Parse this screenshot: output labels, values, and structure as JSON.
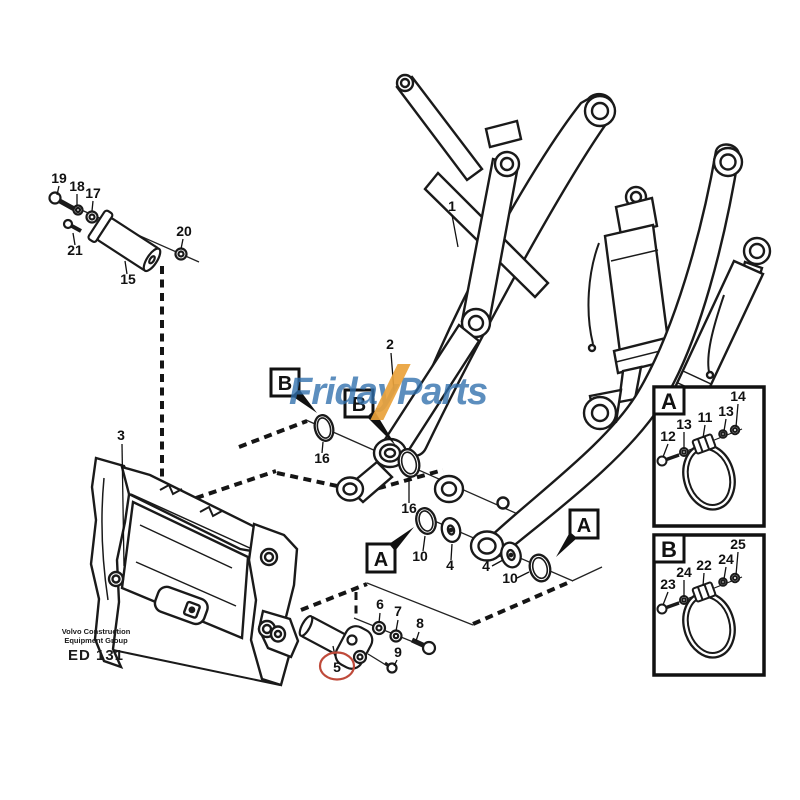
{
  "figure": {
    "description": "Exploded parts diagram of wheel-loader attachment bracket and lift arm assembly",
    "line_color": "#1a1a1a",
    "background": "#ffffff"
  },
  "watermark": {
    "text_left": "Friday",
    "text_right": "Parts",
    "text_color": "#2f6fad",
    "slash_color": "#e9a23b"
  },
  "footer": {
    "line1": "Volvo Construction",
    "line2": "Equipment Group",
    "code": "ED 131"
  },
  "boxes": {
    "detail_a": "A",
    "detail_b": "B",
    "ref_a1": "A",
    "ref_a2": "A",
    "ref_b1": "B",
    "ref_b2": "B"
  },
  "callouts": {
    "c1": "1",
    "c2": "2",
    "c3": "3",
    "c4a": "4",
    "c4b": "4",
    "c5": "5",
    "c6": "6",
    "c7": "7",
    "c8": "8",
    "c9": "9",
    "c10a": "10",
    "c10b": "10",
    "c11": "11",
    "c12": "12",
    "c13a": "13",
    "c13b": "13",
    "c14": "14",
    "c15": "15",
    "c16a": "16",
    "c16b": "16",
    "c17": "17",
    "c18": "18",
    "c19": "19",
    "c20": "20",
    "c21": "21",
    "c22": "22",
    "c23": "23",
    "c24a": "24",
    "c24b": "24",
    "c25": "25"
  },
  "highlight": {
    "circled_part": "5",
    "color": "#bf4a3a"
  }
}
